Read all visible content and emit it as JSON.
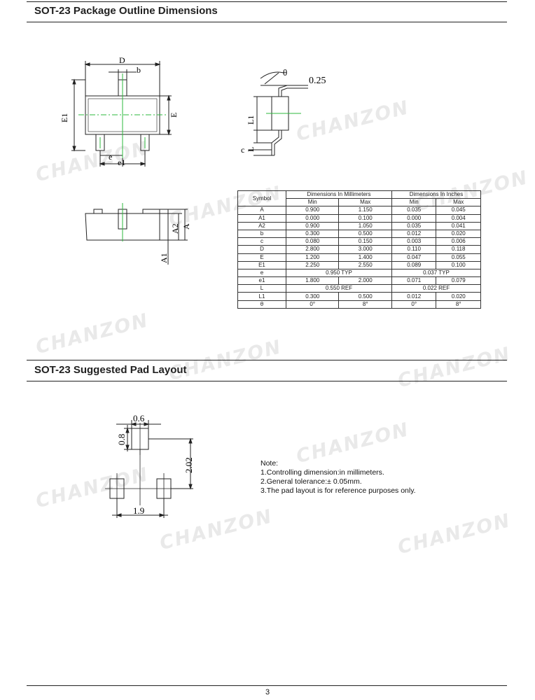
{
  "sections": {
    "outline_title": "SOT-23 Package Outline Dimensions",
    "pad_title": "SOT-23 Suggested Pad Layout"
  },
  "watermark": "CHANZON",
  "drawing_labels": {
    "top_view": {
      "D": "D",
      "b": "b",
      "E1": "E1",
      "E": "E",
      "e": "e",
      "e1": "e1"
    },
    "side_view": {
      "theta": "θ",
      "dim_025": "0.25",
      "L1": "L1",
      "L": "L",
      "c": "c"
    },
    "front_view": {
      "A2": "A2",
      "A": "A",
      "A1": "A1"
    },
    "pad_layout": {
      "w": "0.6",
      "h": "0.8",
      "pitch": "2.02",
      "span": "1.9"
    }
  },
  "table": {
    "symbol_header": "Symbol",
    "mm_header": "Dimensions In Millimeters",
    "in_header": "Dimensions In Inches",
    "min": "Min",
    "max": "Max",
    "rows": [
      {
        "sym": "A",
        "mm_min": "0.900",
        "mm_max": "1.150",
        "in_min": "0.035",
        "in_max": "0.045"
      },
      {
        "sym": "A1",
        "mm_min": "0.000",
        "mm_max": "0.100",
        "in_min": "0.000",
        "in_max": "0.004"
      },
      {
        "sym": "A2",
        "mm_min": "0.900",
        "mm_max": "1.050",
        "in_min": "0.035",
        "in_max": "0.041"
      },
      {
        "sym": "b",
        "mm_min": "0.300",
        "mm_max": "0.500",
        "in_min": "0.012",
        "in_max": "0.020"
      },
      {
        "sym": "c",
        "mm_min": "0.080",
        "mm_max": "0.150",
        "in_min": "0.003",
        "in_max": "0.006"
      },
      {
        "sym": "D",
        "mm_min": "2.800",
        "mm_max": "3.000",
        "in_min": "0.110",
        "in_max": "0.118"
      },
      {
        "sym": "E",
        "mm_min": "1.200",
        "mm_max": "1.400",
        "in_min": "0.047",
        "in_max": "0.055"
      },
      {
        "sym": "E1",
        "mm_min": "2.250",
        "mm_max": "2.550",
        "in_min": "0.089",
        "in_max": "0.100"
      },
      {
        "sym": "e",
        "mm_span": "0.950 TYP",
        "in_span": "0.037 TYP"
      },
      {
        "sym": "e1",
        "mm_min": "1.800",
        "mm_max": "2.000",
        "in_min": "0.071",
        "in_max": "0.079"
      },
      {
        "sym": "L",
        "mm_span": "0.550 REF",
        "in_span": "0.022 REF"
      },
      {
        "sym": "L1",
        "mm_min": "0.300",
        "mm_max": "0.500",
        "in_min": "0.012",
        "in_max": "0.020"
      },
      {
        "sym": "θ",
        "mm_min": "0°",
        "mm_max": "8°",
        "in_min": "0°",
        "in_max": "8°"
      }
    ]
  },
  "notes": {
    "title": "Note:",
    "n1": "1.Controlling dimension:in  millimeters.",
    "n2": "2.General tolerance:± 0.05mm.",
    "n3": "3.The pad layout is for reference purposes only."
  },
  "page_number": "3"
}
